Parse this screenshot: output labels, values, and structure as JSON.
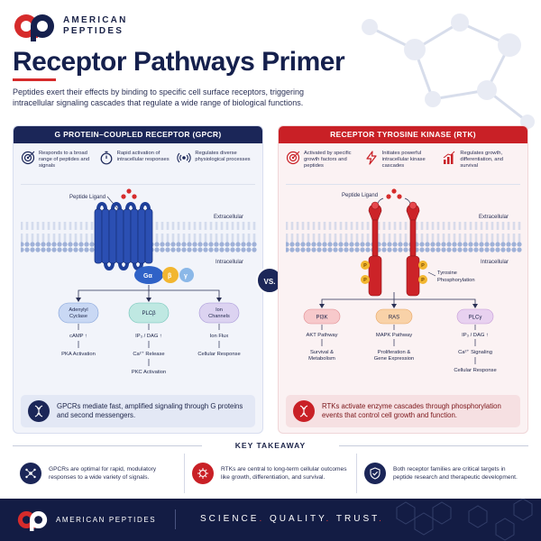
{
  "brand": {
    "line1": "AMERICAN",
    "line2": "PEPTIDES"
  },
  "title": "Receptor Pathways Primer",
  "intro": "Peptides exert their effects by binding to specific cell surface receptors, triggering intracellular signaling cascades that regulate a wide range of biological functions.",
  "gpcr": {
    "header": "G PROTEIN–COUPLED RECEPTOR (GPCR)",
    "features": [
      {
        "icon": "target-icon",
        "text": "Responds to a broad range of peptides and signals"
      },
      {
        "icon": "stopwatch-icon",
        "text": "Rapid activation of intracellular responses"
      },
      {
        "icon": "broadcast-icon",
        "text": "Regulates diverse physiological processes"
      }
    ],
    "labels": {
      "ligand": "Peptide Ligand",
      "extracellular": "Extracellular",
      "intracellular": "Intracellular",
      "galpha": "Gα",
      "beta": "β",
      "gamma": "γ"
    },
    "pathways": [
      {
        "name1": "Adenylyl",
        "name2": "Cyclase",
        "step1": "cAMP ↑",
        "step2": "PKA Activation",
        "step3": ""
      },
      {
        "name1": "PLCβ",
        "name2": "",
        "step1": "IP₃ / DAG ↑",
        "step2": "Ca²⁺ Release",
        "step3": "PKC Activation"
      },
      {
        "name1": "Ion",
        "name2": "Channels",
        "step1": "Ion Flux",
        "step2": "Cellular Response",
        "step3": ""
      }
    ],
    "note": "GPCRs mediate fast, amplified signaling through G proteins and second messengers."
  },
  "vs": "VS.",
  "rtk": {
    "header": "RECEPTOR TYROSINE KINASE (RTK)",
    "features": [
      {
        "icon": "target-icon",
        "text": "Activated by specific growth factors and peptides"
      },
      {
        "icon": "lightning-icon",
        "text": "Initiates powerful intracellular kinase cascades"
      },
      {
        "icon": "growth-chart-icon",
        "text": "Regulates growth, differentiation, and survival"
      }
    ],
    "labels": {
      "ligand": "Peptide Ligand",
      "extracellular": "Extracellular",
      "intracellular": "Intracellular",
      "phospho": "P",
      "tyrosine1": "Tyrosine",
      "tyrosine2": "Phosphorylation"
    },
    "pathways": [
      {
        "name": "PI3K",
        "step1": "AKT Pathway",
        "step2a": "Survival &",
        "step2b": "Metabolism"
      },
      {
        "name": "RAS",
        "step1": "MAPK Pathway",
        "step2a": "Proliferation &",
        "step2b": "Gene Expression"
      },
      {
        "name": "PLCγ",
        "step1": "IP₃ / DAG ↑",
        "step2a": "Ca²⁺ Signaling",
        "step2b": "",
        "step3": "Cellular Response"
      }
    ],
    "note": "RTKs activate enzyme cascades through phosphorylation events that control cell growth and function."
  },
  "takeaway": {
    "title": "KEY TAKEAWAY",
    "items": [
      {
        "icon": "network-icon",
        "text": "GPCRs are optimal for rapid, modulatory responses to a wide variety of signals."
      },
      {
        "icon": "virus-cell-icon",
        "text": "RTKs are central to long-term cellular outcomes like growth, differentiation, and survival."
      },
      {
        "icon": "shield-check-icon",
        "text": "Both receptor families are critical targets in peptide research and therapeutic development."
      }
    ]
  },
  "footer": {
    "brand": "AMERICAN PEPTIDES",
    "tag1": "SCIENCE",
    "tag2": "QUALITY",
    "tag3": "TRUST",
    "dot": "."
  },
  "colors": {
    "navy": "#1b2658",
    "red": "#c92026",
    "lightNavy": "#f2f4fa",
    "lightRed": "#fbf2f3"
  }
}
